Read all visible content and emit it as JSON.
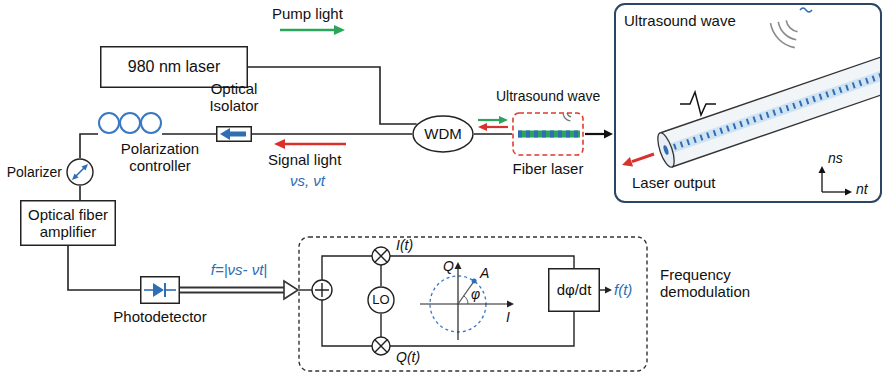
{
  "diagram": {
    "nodes": [
      {
        "text": [
          "980 nm laser"
        ]
      },
      {
        "text": [
          "Optical Isolator"
        ]
      },
      {
        "text": [
          "WDM"
        ]
      },
      {
        "text": [
          "Fiber laser"
        ]
      },
      {
        "text": [
          "Ultrasound wave",
          "Laser output"
        ]
      },
      {
        "text": [
          "Polarization controller"
        ]
      },
      {
        "text": [
          "Polarizer"
        ]
      },
      {
        "text": [
          "Optical fiber amplifier"
        ]
      },
      {
        "text": [
          "Photodetector"
        ]
      },
      {
        "text": [
          "Frequency demodulation"
        ]
      },
      {
        "text": [
          "LO"
        ],
        "in": 9
      },
      {
        "text": [
          "dφ/dt"
        ],
        "in": 9
      }
    ],
    "edges": [
      {
        "from": 0,
        "to": 2,
        "arrow": "none"
      },
      {
        "from": 2,
        "to": 1,
        "arrow": "none"
      },
      {
        "from": 2,
        "to": 3,
        "arrow": "none"
      },
      {
        "from": 3,
        "to": 4,
        "arrow": "to"
      },
      {
        "from": 1,
        "to": 5,
        "arrow": "none"
      },
      {
        "from": 5,
        "to": 6,
        "arrow": "none"
      },
      {
        "from": 6,
        "to": 7,
        "arrow": "none"
      },
      {
        "from": 7,
        "to": 8,
        "arrow": "none"
      },
      {
        "from": 8,
        "to": 9,
        "arrow": "to",
        "label": "f=|νs- νt|"
      }
    ],
    "labels": [
      "Pump light",
      "Signal light",
      "νs, νt",
      "Ultrasound wave",
      "ns",
      "nt",
      "I(t)",
      "Q(t)",
      "Q",
      "I",
      "A",
      "φ",
      "f(t)"
    ]
  }
}
